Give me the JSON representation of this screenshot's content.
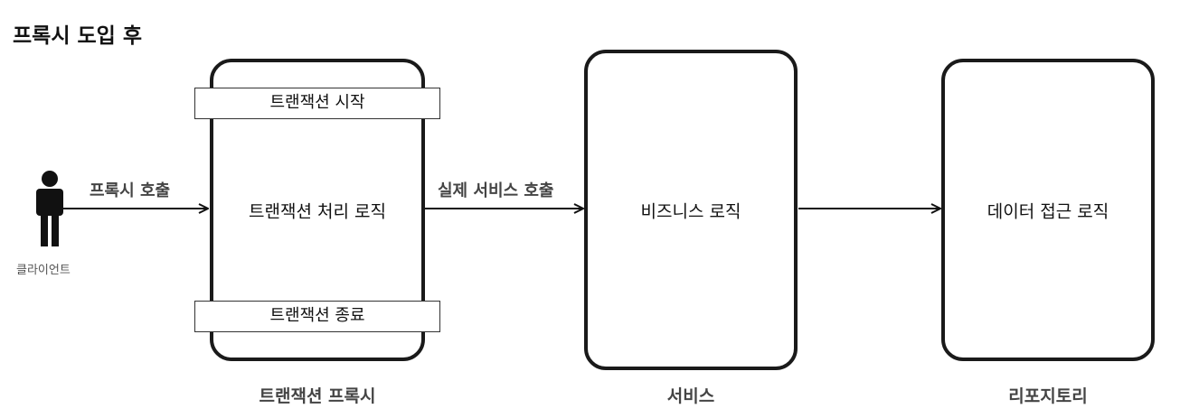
{
  "title": "프록시 도입 후",
  "client": {
    "label": "클라이언트",
    "icon": "person-icon"
  },
  "proxy": {
    "caption": "트랜잭션 프록시",
    "tx_start": "트랜잭션 시작",
    "logic": "트랜잭션 처리 로직",
    "tx_end": "트랜잭션 종료"
  },
  "service": {
    "caption": "서비스",
    "logic": "비즈니스 로직"
  },
  "repository": {
    "caption": "리포지토리",
    "logic": "데이터 접근 로직"
  },
  "arrows": {
    "client_to_proxy": "프록시 호출",
    "proxy_to_service": "실제 서비스 호출",
    "service_to_repository": ""
  }
}
